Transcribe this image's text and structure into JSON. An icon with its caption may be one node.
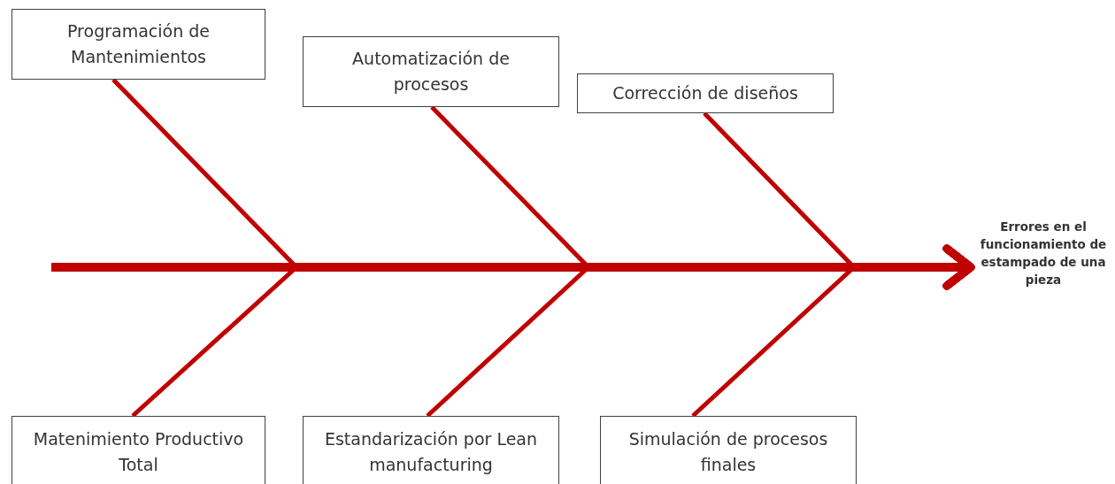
{
  "diagram": {
    "nodes": [
      {
        "text": [
          "Programación de Mantenimientos"
        ]
      },
      {
        "text": [
          "Automatización de procesos"
        ]
      },
      {
        "text": [
          "Corrección de diseños"
        ]
      },
      {
        "text": [
          "Matenimiento Productivo Total"
        ]
      },
      {
        "text": [
          "Estandarización por Lean manufacturing"
        ]
      },
      {
        "text": [
          "Simulación de procesos finales"
        ]
      },
      {
        "text": [
          "Errores en el funcionamiento de estampado de una pieza"
        ]
      }
    ],
    "edges": [
      {
        "from": null,
        "to": 6,
        "arrow": "to",
        "style": "thick"
      },
      {
        "from": 0,
        "to": 6,
        "arrow": "to"
      },
      {
        "from": 1,
        "to": 6,
        "arrow": "to"
      },
      {
        "from": 2,
        "to": 6,
        "arrow": "to"
      },
      {
        "from": 3,
        "to": 6,
        "arrow": "to"
      },
      {
        "from": 4,
        "to": 6,
        "arrow": "to"
      },
      {
        "from": 5,
        "to": 6,
        "arrow": "to"
      }
    ]
  }
}
